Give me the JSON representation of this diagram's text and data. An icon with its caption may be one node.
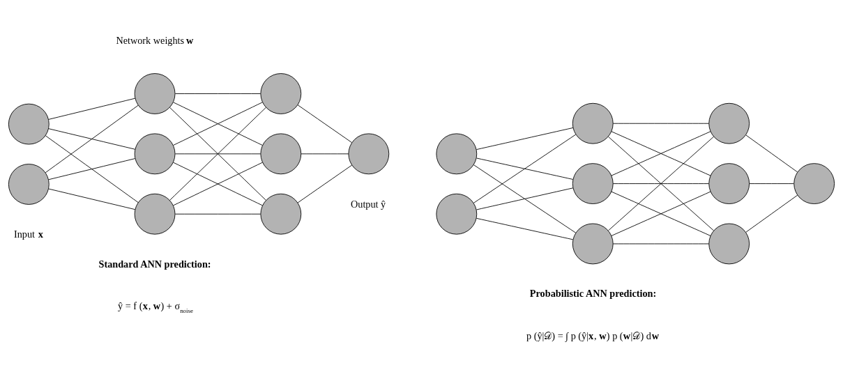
{
  "diagram": {
    "nodes": [
      {
        "text": [],
        "shape": "circle"
      },
      {
        "text": [],
        "shape": "circle",
        "beside": [
          "Input **x**"
        ]
      },
      {
        "text": [],
        "shape": "circle"
      },
      {
        "text": [],
        "shape": "circle"
      },
      {
        "text": [],
        "shape": "circle"
      },
      {
        "text": [],
        "shape": "circle"
      },
      {
        "text": [],
        "shape": "circle"
      },
      {
        "text": [],
        "shape": "circle"
      },
      {
        "text": [],
        "shape": "circle",
        "beside": [
          "Output ŷ"
        ]
      },
      {
        "text": [],
        "shape": "circle"
      },
      {
        "text": [],
        "shape": "circle"
      },
      {
        "text": [],
        "shape": "circle"
      },
      {
        "text": [],
        "shape": "circle"
      },
      {
        "text": [],
        "shape": "circle"
      },
      {
        "text": [],
        "shape": "circle"
      },
      {
        "text": [],
        "shape": "circle"
      },
      {
        "text": [],
        "shape": "circle"
      },
      {
        "text": [],
        "shape": "circle"
      }
    ],
    "edges": [
      {
        "from": 0,
        "to": 2,
        "arrow": "none"
      },
      {
        "from": 0,
        "to": 3,
        "arrow": "none"
      },
      {
        "from": 0,
        "to": 4,
        "arrow": "none"
      },
      {
        "from": 1,
        "to": 2,
        "arrow": "none"
      },
      {
        "from": 1,
        "to": 3,
        "arrow": "none"
      },
      {
        "from": 1,
        "to": 4,
        "arrow": "none"
      },
      {
        "from": 2,
        "to": 5,
        "arrow": "none"
      },
      {
        "from": 2,
        "to": 6,
        "arrow": "none"
      },
      {
        "from": 2,
        "to": 7,
        "arrow": "none"
      },
      {
        "from": 3,
        "to": 5,
        "arrow": "none"
      },
      {
        "from": 3,
        "to": 6,
        "arrow": "none"
      },
      {
        "from": 3,
        "to": 7,
        "arrow": "none"
      },
      {
        "from": 4,
        "to": 5,
        "arrow": "none"
      },
      {
        "from": 4,
        "to": 6,
        "arrow": "none"
      },
      {
        "from": 4,
        "to": 7,
        "arrow": "none"
      },
      {
        "from": 5,
        "to": 8,
        "arrow": "none"
      },
      {
        "from": 6,
        "to": 8,
        "arrow": "none"
      },
      {
        "from": 7,
        "to": 8,
        "arrow": "none"
      },
      {
        "from": 9,
        "to": 11,
        "arrow": "none"
      },
      {
        "from": 9,
        "to": 12,
        "arrow": "none"
      },
      {
        "from": 9,
        "to": 13,
        "arrow": "none"
      },
      {
        "from": 10,
        "to": 11,
        "arrow": "none"
      },
      {
        "from": 10,
        "to": 12,
        "arrow": "none"
      },
      {
        "from": 10,
        "to": 13,
        "arrow": "none"
      },
      {
        "from": 11,
        "to": 14,
        "arrow": "none"
      },
      {
        "from": 11,
        "to": 15,
        "arrow": "none"
      },
      {
        "from": 11,
        "to": 16,
        "arrow": "none"
      },
      {
        "from": 12,
        "to": 14,
        "arrow": "none"
      },
      {
        "from": 12,
        "to": 15,
        "arrow": "none"
      },
      {
        "from": 12,
        "to": 16,
        "arrow": "none"
      },
      {
        "from": 13,
        "to": 14,
        "arrow": "none"
      },
      {
        "from": 13,
        "to": 15,
        "arrow": "none"
      },
      {
        "from": 13,
        "to": 16,
        "arrow": "none"
      },
      {
        "from": 14,
        "to": 17,
        "arrow": "none"
      },
      {
        "from": 15,
        "to": 17,
        "arrow": "none"
      },
      {
        "from": 16,
        "to": 17,
        "arrow": "none"
      }
    ],
    "labels": [
      "Network weights **w**",
      "**Standard ANN prediction:**",
      "ŷ = f (**x**, **w**) + σ$_{noise}$",
      "**Probabilistic ANN prediction:**",
      "p (ŷ|𝒟) = ∫ p (ŷ|**x**, **w**) p (**w**|𝒟) d**w**"
    ]
  }
}
